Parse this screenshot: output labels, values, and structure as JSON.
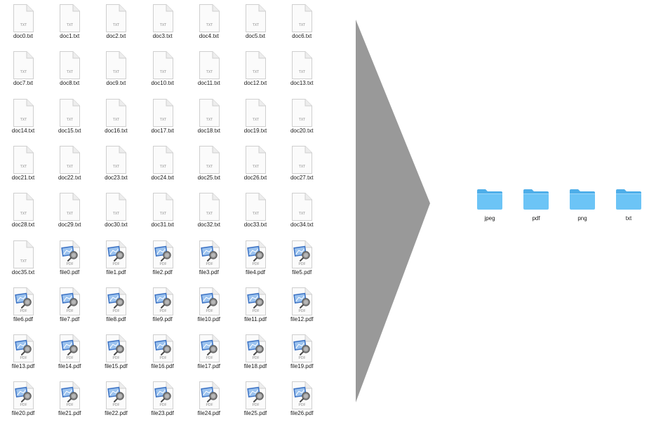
{
  "files": [
    {
      "name": "doc0.txt",
      "kind": "txt"
    },
    {
      "name": "doc1.txt",
      "kind": "txt"
    },
    {
      "name": "doc2.txt",
      "kind": "txt"
    },
    {
      "name": "doc3.txt",
      "kind": "txt"
    },
    {
      "name": "doc4.txt",
      "kind": "txt"
    },
    {
      "name": "doc5.txt",
      "kind": "txt"
    },
    {
      "name": "doc6.txt",
      "kind": "txt"
    },
    {
      "name": "doc7.txt",
      "kind": "txt"
    },
    {
      "name": "doc8.txt",
      "kind": "txt"
    },
    {
      "name": "doc9.txt",
      "kind": "txt"
    },
    {
      "name": "doc10.txt",
      "kind": "txt"
    },
    {
      "name": "doc11.txt",
      "kind": "txt"
    },
    {
      "name": "doc12.txt",
      "kind": "txt"
    },
    {
      "name": "doc13.txt",
      "kind": "txt"
    },
    {
      "name": "doc14.txt",
      "kind": "txt"
    },
    {
      "name": "doc15.txt",
      "kind": "txt"
    },
    {
      "name": "doc16.txt",
      "kind": "txt"
    },
    {
      "name": "doc17.txt",
      "kind": "txt"
    },
    {
      "name": "doc18.txt",
      "kind": "txt"
    },
    {
      "name": "doc19.txt",
      "kind": "txt"
    },
    {
      "name": "doc20.txt",
      "kind": "txt"
    },
    {
      "name": "doc21.txt",
      "kind": "txt"
    },
    {
      "name": "doc22.txt",
      "kind": "txt"
    },
    {
      "name": "doc23.txt",
      "kind": "txt"
    },
    {
      "name": "doc24.txt",
      "kind": "txt"
    },
    {
      "name": "doc25.txt",
      "kind": "txt"
    },
    {
      "name": "doc26.txt",
      "kind": "txt"
    },
    {
      "name": "doc27.txt",
      "kind": "txt"
    },
    {
      "name": "doc28.txt",
      "kind": "txt"
    },
    {
      "name": "doc29.txt",
      "kind": "txt"
    },
    {
      "name": "doc30.txt",
      "kind": "txt"
    },
    {
      "name": "doc31.txt",
      "kind": "txt"
    },
    {
      "name": "doc32.txt",
      "kind": "txt"
    },
    {
      "name": "doc33.txt",
      "kind": "txt"
    },
    {
      "name": "doc34.txt",
      "kind": "txt"
    },
    {
      "name": "doc35.txt",
      "kind": "txt"
    },
    {
      "name": "file0.pdf",
      "kind": "pdf"
    },
    {
      "name": "file1.pdf",
      "kind": "pdf"
    },
    {
      "name": "file2.pdf",
      "kind": "pdf"
    },
    {
      "name": "file3.pdf",
      "kind": "pdf"
    },
    {
      "name": "file4.pdf",
      "kind": "pdf"
    },
    {
      "name": "file5.pdf",
      "kind": "pdf"
    },
    {
      "name": "file6.pdf",
      "kind": "pdf"
    },
    {
      "name": "file7.pdf",
      "kind": "pdf"
    },
    {
      "name": "file8.pdf",
      "kind": "pdf"
    },
    {
      "name": "file9.pdf",
      "kind": "pdf"
    },
    {
      "name": "file10.pdf",
      "kind": "pdf"
    },
    {
      "name": "file11.pdf",
      "kind": "pdf"
    },
    {
      "name": "file12.pdf",
      "kind": "pdf"
    },
    {
      "name": "file13.pdf",
      "kind": "pdf"
    },
    {
      "name": "file14.pdf",
      "kind": "pdf"
    },
    {
      "name": "file15.pdf",
      "kind": "pdf"
    },
    {
      "name": "file16.pdf",
      "kind": "pdf"
    },
    {
      "name": "file17.pdf",
      "kind": "pdf"
    },
    {
      "name": "file18.pdf",
      "kind": "pdf"
    },
    {
      "name": "file19.pdf",
      "kind": "pdf"
    },
    {
      "name": "file20.pdf",
      "kind": "pdf"
    },
    {
      "name": "file21.pdf",
      "kind": "pdf"
    },
    {
      "name": "file22.pdf",
      "kind": "pdf"
    },
    {
      "name": "file23.pdf",
      "kind": "pdf"
    },
    {
      "name": "file24.pdf",
      "kind": "pdf"
    },
    {
      "name": "file25.pdf",
      "kind": "pdf"
    },
    {
      "name": "file26.pdf",
      "kind": "pdf"
    }
  ],
  "icon_labels": {
    "txt": "TXT",
    "pdf": "PDF"
  },
  "folders": [
    {
      "name": "jpeg"
    },
    {
      "name": "pdf"
    },
    {
      "name": "png"
    },
    {
      "name": "txt"
    }
  ],
  "icons": {
    "txt": "text-document-icon",
    "pdf": "pdf-document-icon",
    "folder": "folder-icon",
    "arrow": "arrow-right-icon"
  },
  "colors": {
    "background": "#ffffff",
    "arrow": "#999999",
    "folder_front": "#6cc4f6",
    "folder_back": "#4eaee9",
    "doc_page": "#fbfbfb",
    "doc_border": "#cfcfcf",
    "label_text": "#1a1a1a"
  }
}
